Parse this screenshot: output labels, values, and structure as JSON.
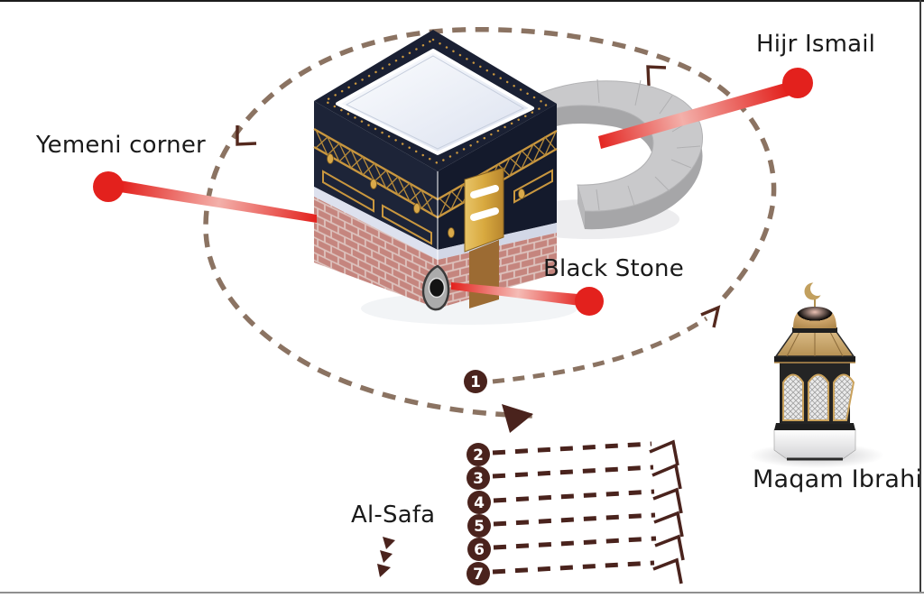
{
  "labels": {
    "yemeni_corner": "Yemeni corner",
    "hijr_ismail": "Hijr Ismail",
    "black_stone": "Black Stone",
    "maqam_ibrahim": "Maqam Ibrahim",
    "al_safa": "Al-Safa"
  },
  "tawaf": {
    "rounds": [
      "1",
      "2",
      "3",
      "4",
      "5",
      "6",
      "7"
    ]
  },
  "colors": {
    "accent_red": "#e3211d",
    "path_tan": "#8b7362",
    "deep_maroon": "#4a231d",
    "chevron_brown": "#54291e",
    "text": "#1a1a1a",
    "kaaba_cloth": "#1b2134",
    "kaaba_gold": "#c9973f",
    "brick": "#c5857e",
    "wall_gray": "#c9c9cb",
    "lantern_tan": "#c8a168"
  }
}
